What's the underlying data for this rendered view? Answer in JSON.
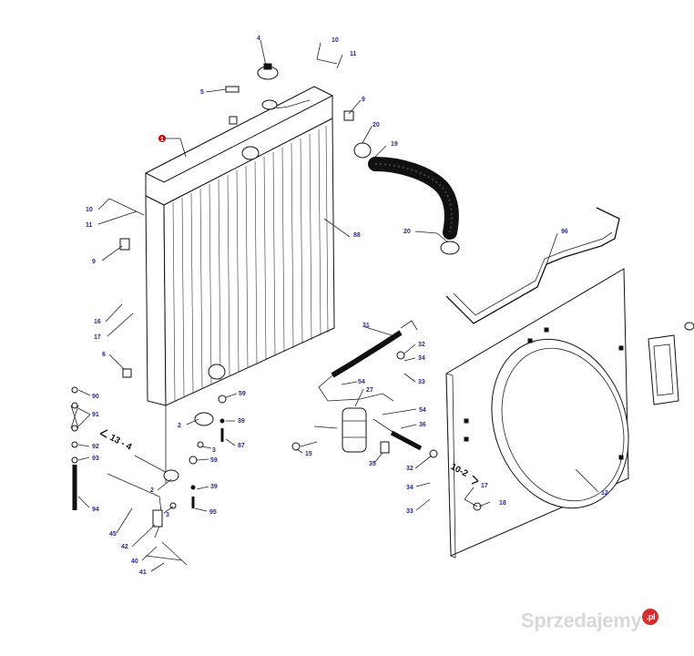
{
  "labels": {
    "l1": "1",
    "l4": "4",
    "l5": "5",
    "l10a": "10",
    "l11a": "11",
    "l9a": "9",
    "l20a": "20",
    "l19": "19",
    "l10b": "10",
    "l11b": "11",
    "l9b": "9",
    "l88": "88",
    "l20b": "20",
    "l96": "96",
    "l16": "16",
    "l17a": "17",
    "l6": "6",
    "l90": "90",
    "l91": "91",
    "l13_4": "13 - 4",
    "l92": "92",
    "l93": "93",
    "l94": "94",
    "l2a": "2",
    "l3a": "3",
    "l59a": "59",
    "l39a": "39",
    "l87": "87",
    "l31": "31",
    "l32a": "32",
    "l33a": "33",
    "l34a": "34",
    "l54a": "54",
    "l27": "27",
    "l54b": "54",
    "l36": "36",
    "l15": "15",
    "l35": "35",
    "l59b": "59",
    "l39b": "39",
    "l2b": "2",
    "l3b": "3",
    "l95": "95",
    "l45": "45",
    "l42": "42",
    "l40": "40",
    "l41": "41",
    "l32b": "32",
    "l34b": "34",
    "l33b": "33",
    "l10_2": "10-2",
    "l17b": "17",
    "l18": "18",
    "l12": "12"
  },
  "watermark": {
    "text": "Sprzedajemy",
    "badge": ".pl"
  },
  "colors": {
    "ink": "#111111",
    "label": "#2a2a8a",
    "callout": "#cc0000",
    "watermark": "#d8d8d8"
  }
}
